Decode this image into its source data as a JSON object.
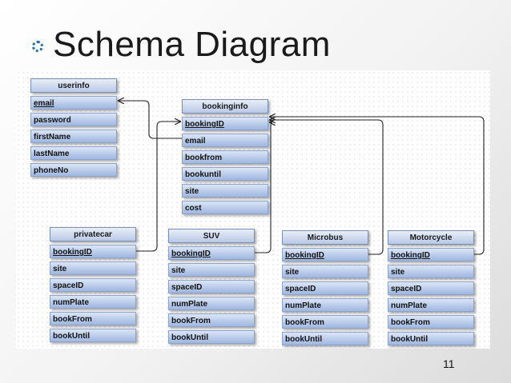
{
  "slide": {
    "title": "Schema Diagram",
    "page_number": "11"
  },
  "tables": {
    "userinfo": {
      "name": "userinfo",
      "fields": [
        "email",
        "password",
        "firstName",
        "lastName",
        "phoneNo"
      ]
    },
    "bookinginfo": {
      "name": "bookinginfo",
      "fields": [
        "bookingID",
        "email",
        "bookfrom",
        "bookuntil",
        "site",
        "cost"
      ]
    },
    "privatecar": {
      "name": "privatecar",
      "fields": [
        "bookingID",
        "site",
        "spaceID",
        "numPlate",
        "bookFrom",
        "bookUntil"
      ]
    },
    "suv": {
      "name": "SUV",
      "fields": [
        "bookingID",
        "site",
        "spaceID",
        "numPlate",
        "bookFrom",
        "bookUntil"
      ]
    },
    "microbus": {
      "name": "Microbus",
      "fields": [
        "bookingID",
        "site",
        "spaceID",
        "numPlate",
        "bookFrom",
        "bookUntil"
      ]
    },
    "motorcycle": {
      "name": "Motorcycle",
      "fields": [
        "bookingID",
        "site",
        "spaceID",
        "numPlate",
        "bookFrom",
        "bookUntil"
      ]
    }
  },
  "colors": {
    "accent": "#1f6fa8",
    "row": "#9fb6e0",
    "header": "#b9c8e6"
  }
}
